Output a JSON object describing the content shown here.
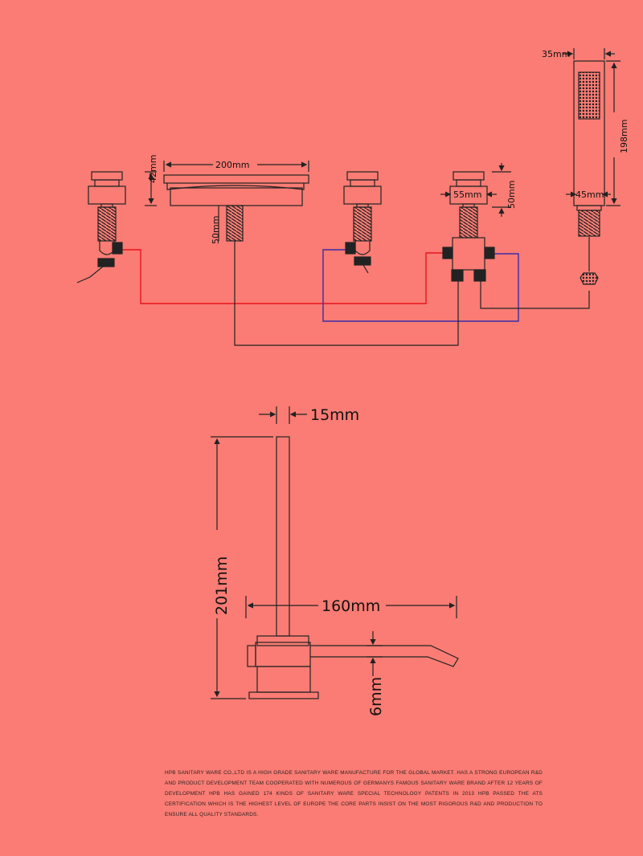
{
  "top_view": {
    "dim_spout_width": "200mm",
    "dim_handle_height": "42mm",
    "dim_spout_tail": "50mm",
    "dim_diverter_width": "55mm",
    "dim_diverter_height": "50mm",
    "dim_shower_width": "35mm",
    "dim_shower_length": "198mm",
    "dim_shower_base": "45mm"
  },
  "side_view": {
    "dim_top_width": "15mm",
    "dim_height": "201mm",
    "dim_reach": "160mm",
    "dim_spout_thickness": "6mm"
  },
  "colors": {
    "background": "#fa7c74",
    "hot_line": "#e8141c",
    "cold_line": "#3a2ca8",
    "outlet_line": "#222222"
  },
  "footer": {
    "text": "HPB SANITARY WARE CO.,LTD IS A HIGH GRADE SANITARY WARE MANUFACTURE FOR THE GLOBAL MARKET. HAS A STRONG EUROPEAN R&D AND PRODUCT DEVELOPMENT TEAM COOPERATED WITH NUMEROUS OF GERMANYS FAMOUS SANITARY WARE BRAND AFTER 12 YEARS OF DEVELOPMENT HPB HAS GAINED 174 KINDS OF SANITARY WARE SPECIAL TECHNOLOGY PATENTS IN 2013 HPB PASSED THE ATS CERTIFICATION WHICH IS THE HIGHEST LEVEL OF EUROPE THE CORE PARTS INSIST ON THE MOST RIGOROUS R&D AND PRODUCTION TO ENSURE ALL QUALITY STANDARDS."
  }
}
